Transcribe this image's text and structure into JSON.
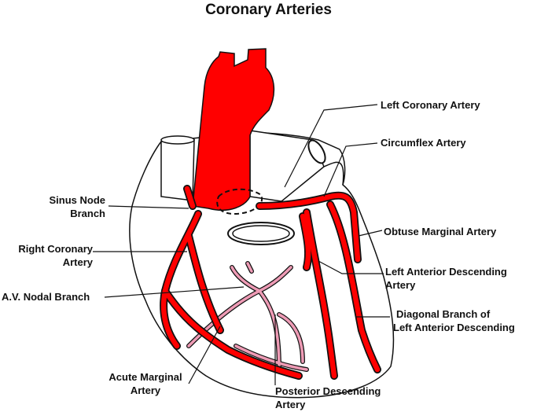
{
  "title": "Coronary Arteries",
  "colors": {
    "artery": "#ff0000",
    "posterior_vessel": "#ee9bb5",
    "outline": "#111111",
    "background": "#ffffff"
  },
  "labels": {
    "left_coronary": "Left Coronary Artery",
    "circumflex": "Circumflex Artery",
    "sinus_node_1": "Sinus Node",
    "sinus_node_2": "Branch",
    "obtuse_marginal": "Obtuse Marginal Artery",
    "right_coronary_1": "Right Coronary",
    "right_coronary_2": "Artery",
    "lad_1": "Left Anterior Descending",
    "lad_2": "Artery",
    "av_nodal": "A.V. Nodal Branch",
    "diagonal_1": "Diagonal Branch of",
    "diagonal_2": "Left Anterior Descending",
    "acute_marginal_1": "Acute  Marginal",
    "acute_marginal_2": "Artery",
    "posterior_desc_1": "Posterior Descending",
    "posterior_desc_2": "Artery"
  }
}
